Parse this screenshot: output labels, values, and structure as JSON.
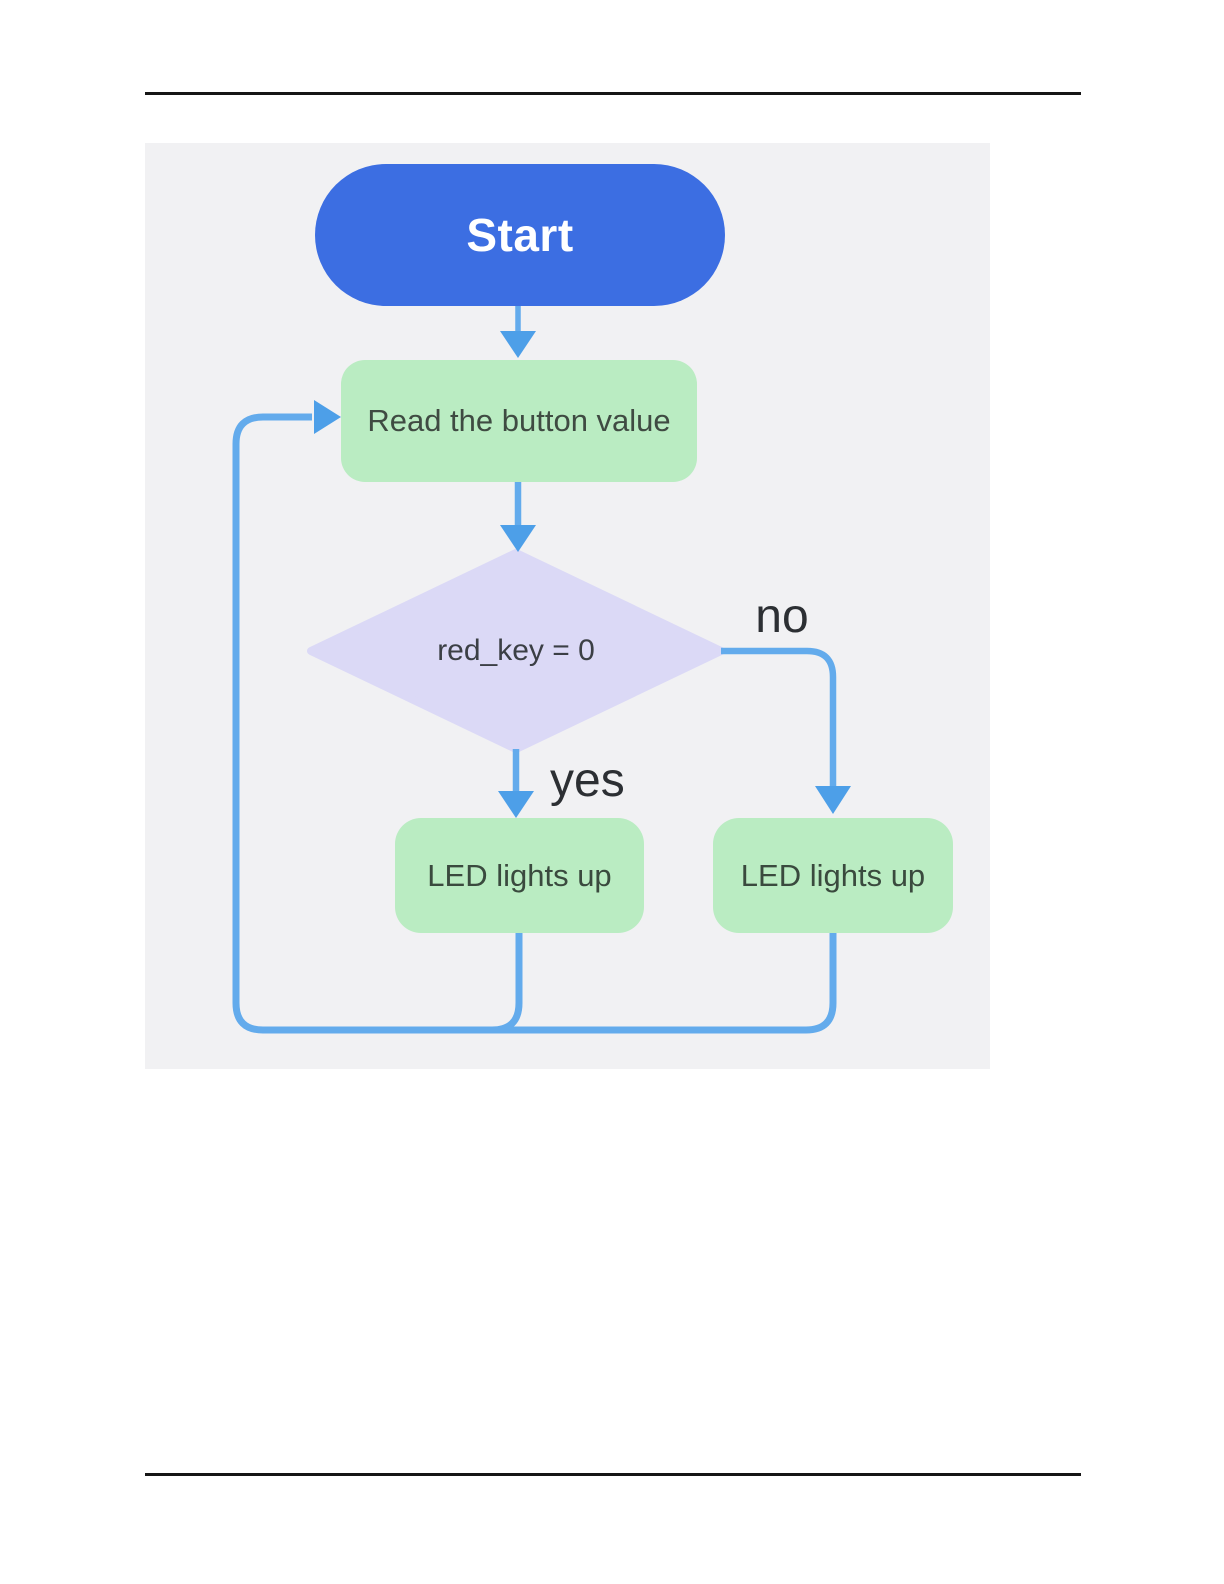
{
  "page": {
    "background": "#ffffff",
    "rule_color": "#161616"
  },
  "figure_panel": {
    "background": "#f1f1f3"
  },
  "flowchart": {
    "line_color": "#63abec",
    "arrowhead_color": "#4d9fe8",
    "nodes": {
      "start": {
        "label": "Start",
        "bg": "#3c6ee2",
        "text_color": "#ffffff"
      },
      "read": {
        "label": "Read the button value",
        "bg": "#baecc2",
        "text_color": "#3f4b42"
      },
      "decision": {
        "label": "red_key = 0",
        "bg": "#dbd9f6",
        "text_color": "#3b3f45"
      },
      "led_yes": {
        "label": "LED lights up",
        "bg": "#baecc2",
        "text_color": "#3a4a3e"
      },
      "led_no": {
        "label": "LED lights up",
        "bg": "#baecc2",
        "text_color": "#3a4a3e"
      }
    },
    "edges": {
      "yes_label": "yes",
      "no_label": "no",
      "label_color": "#2c2f33"
    }
  }
}
